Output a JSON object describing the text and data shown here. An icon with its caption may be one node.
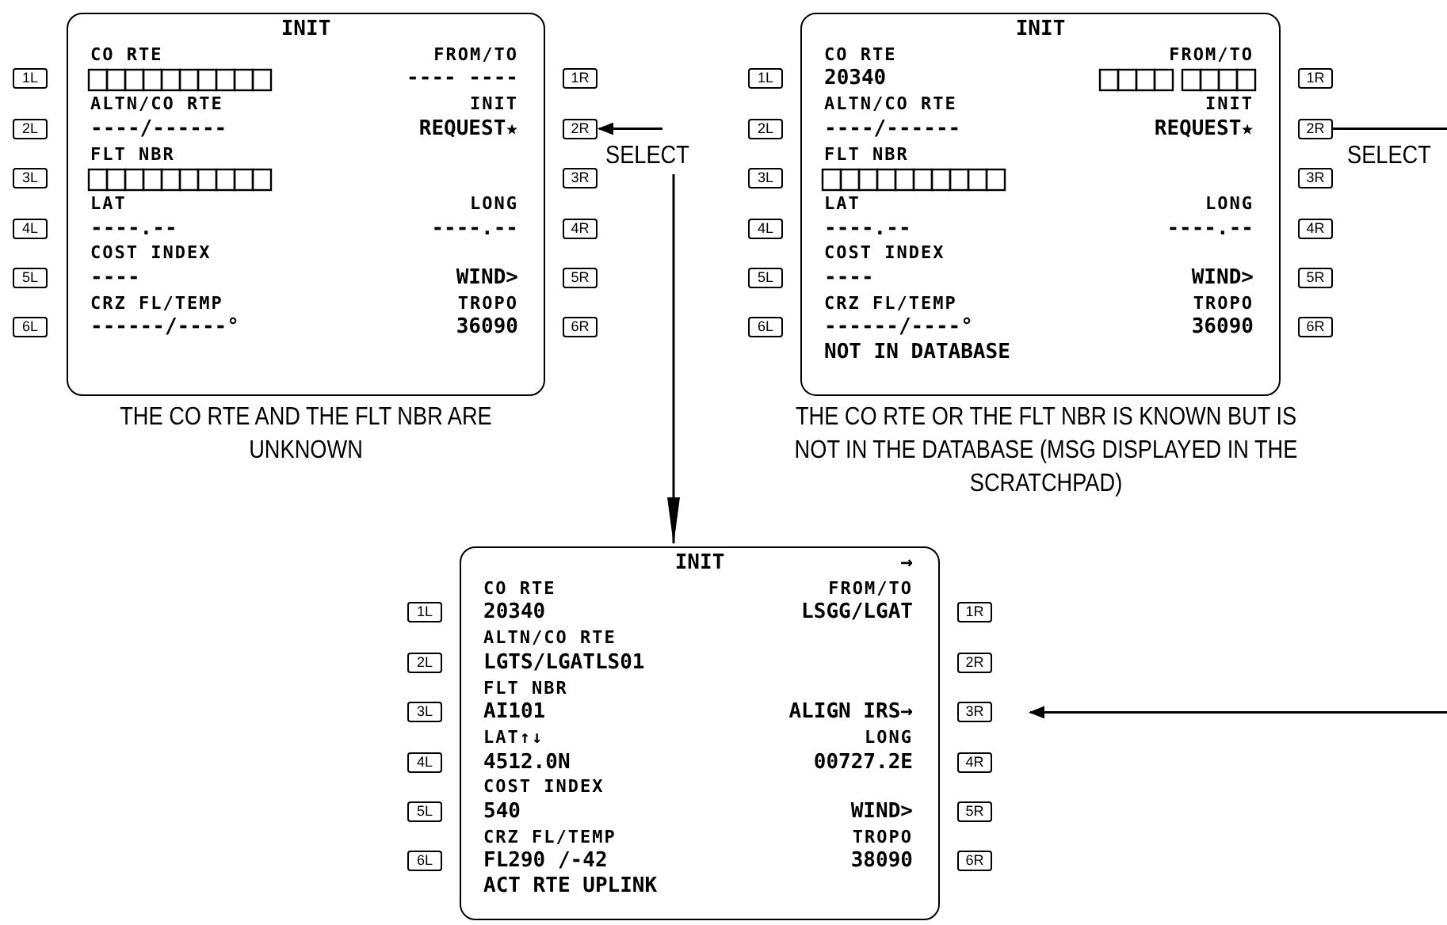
{
  "diagram": {
    "nodes": [
      {
        "text": [
          "INIT",
          "CO RTE",
          "FROM/TO",
          "---- ----",
          "ALTN/CO RTE",
          "INIT",
          "----/------",
          "REQUEST★",
          "FLT NBR",
          "LAT",
          "LONG",
          "----.--",
          "----.--",
          "COST INDEX",
          "----",
          "WIND>",
          "CRZ FL/TEMP",
          "TROPO",
          "------/----°",
          "36090"
        ],
        "beside": [
          "THE CO RTE AND THE FLT NBR ARE UNKNOWN"
        ]
      },
      {
        "text": [
          "1L"
        ]
      },
      {
        "text": [
          "2L"
        ]
      },
      {
        "text": [
          "3L"
        ]
      },
      {
        "text": [
          "4L"
        ]
      },
      {
        "text": [
          "5L"
        ]
      },
      {
        "text": [
          "6L"
        ]
      },
      {
        "text": [
          "1R"
        ]
      },
      {
        "text": [
          "2R"
        ]
      },
      {
        "text": [
          "3R"
        ]
      },
      {
        "text": [
          "4R"
        ]
      },
      {
        "text": [
          "5R"
        ]
      },
      {
        "text": [
          "6R"
        ]
      },
      {
        "text": [
          "SELECT"
        ]
      },
      {
        "text": [
          "INIT",
          "CO RTE",
          "FROM/TO",
          "20340",
          "ALTN/CO RTE",
          "INIT",
          "----/------",
          "REQUEST★",
          "FLT NBR",
          "LAT",
          "LONG",
          "----.--",
          "----.--",
          "COST INDEX",
          "----",
          "WIND>",
          "CRZ FL/TEMP",
          "TROPO",
          "------/----°",
          "36090",
          "NOT IN DATABASE"
        ],
        "beside": [
          "THE CO RTE OR THE FLT NBR IS KNOWN BUT IS NOT IN THE DATABASE (MSG DISPLAYED IN THE SCRATCHPAD)"
        ]
      },
      {
        "text": [
          "1L"
        ]
      },
      {
        "text": [
          "2L"
        ]
      },
      {
        "text": [
          "3L"
        ]
      },
      {
        "text": [
          "4L"
        ]
      },
      {
        "text": [
          "5L"
        ]
      },
      {
        "text": [
          "6L"
        ]
      },
      {
        "text": [
          "1R"
        ]
      },
      {
        "text": [
          "2R"
        ]
      },
      {
        "text": [
          "3R"
        ]
      },
      {
        "text": [
          "4R"
        ]
      },
      {
        "text": [
          "5R"
        ]
      },
      {
        "text": [
          "6R"
        ]
      },
      {
        "text": [
          "INIT",
          "→",
          "CO RTE",
          "FROM/TO",
          "20340",
          "LSGG/LGAT",
          "ALTN/CO RTE",
          "LGTS/LGATLS01",
          "FLT NBR",
          "AI101",
          "ALIGN IRS→",
          "LAT↑↓",
          "LONG",
          "4512.0N",
          "00727.2E",
          "COST INDEX",
          "540",
          "WIND>",
          "CRZ FL/TEMP",
          "TROPO",
          "FL290 /-42",
          "38090",
          "ACT RTE UPLINK"
        ]
      },
      {
        "text": [
          "1L"
        ]
      },
      {
        "text": [
          "2L"
        ]
      },
      {
        "text": [
          "3L"
        ]
      },
      {
        "text": [
          "4L"
        ]
      },
      {
        "text": [
          "5L"
        ]
      },
      {
        "text": [
          "6L"
        ]
      },
      {
        "text": [
          "1R"
        ]
      },
      {
        "text": [
          "2R"
        ]
      },
      {
        "text": [
          "3R"
        ]
      },
      {
        "text": [
          "4R"
        ]
      },
      {
        "text": [
          "5R"
        ]
      },
      {
        "text": [
          "6R"
        ]
      }
    ],
    "edges": [
      {
        "from": 13,
        "to": 8,
        "arrow": "to"
      },
      {
        "from": 13,
        "to": 27,
        "arrow": "to"
      },
      {
        "from": 22,
        "to": null,
        "arrow": "none"
      },
      {
        "from": null,
        "to": 36,
        "arrow": "to"
      }
    ],
    "labels": [
      "SELECT"
    ]
  }
}
